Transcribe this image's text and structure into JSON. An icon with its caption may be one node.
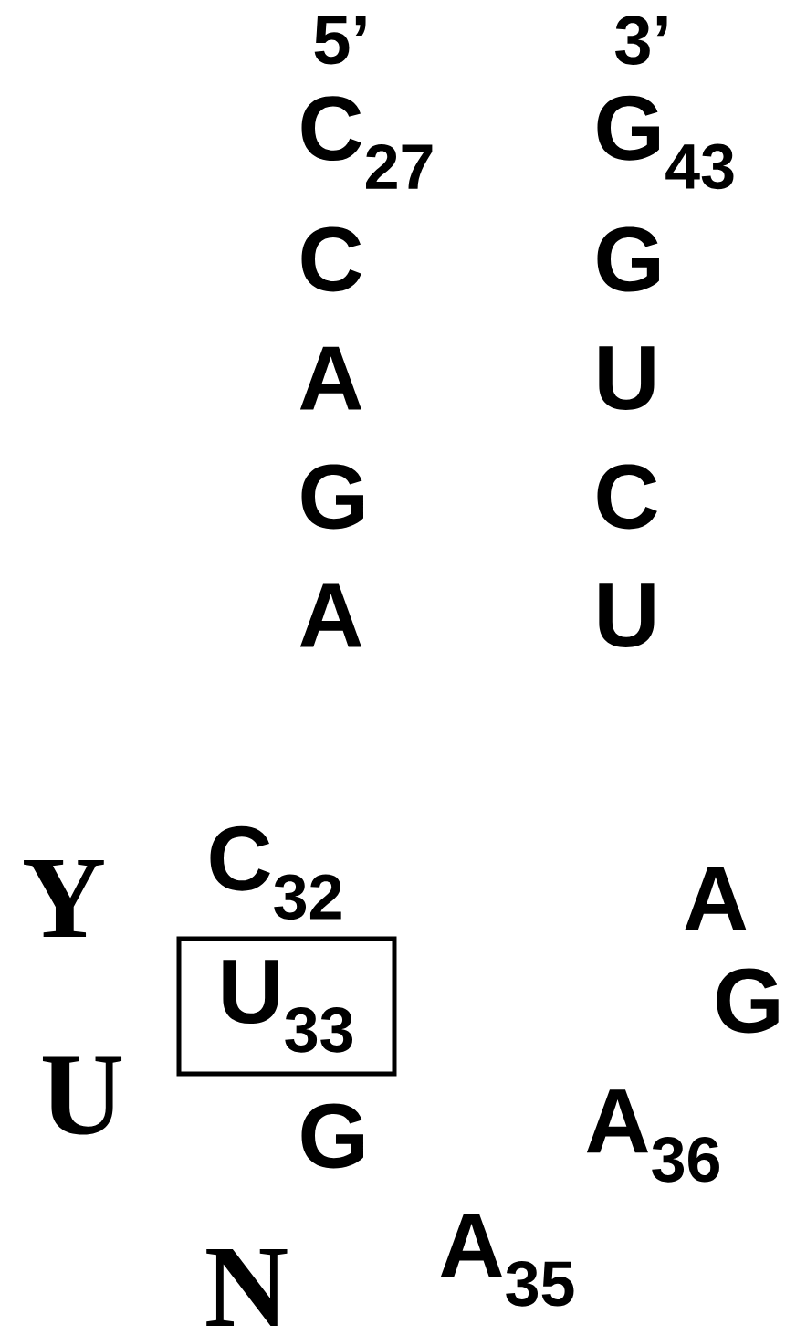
{
  "diagram": {
    "nodes": [
      {
        "text": [
          "U$_{33}$"
        ]
      }
    ],
    "labels": [
      "5’",
      "3’",
      "C$_{27}$",
      "G$_{43}$",
      "C",
      "G",
      "A",
      "U",
      "G",
      "C",
      "A",
      "U",
      "Y",
      "C$_{32}$",
      "A",
      "G",
      "U",
      "G",
      "A$_{36}$",
      "N",
      "A$_{35}$"
    ]
  }
}
